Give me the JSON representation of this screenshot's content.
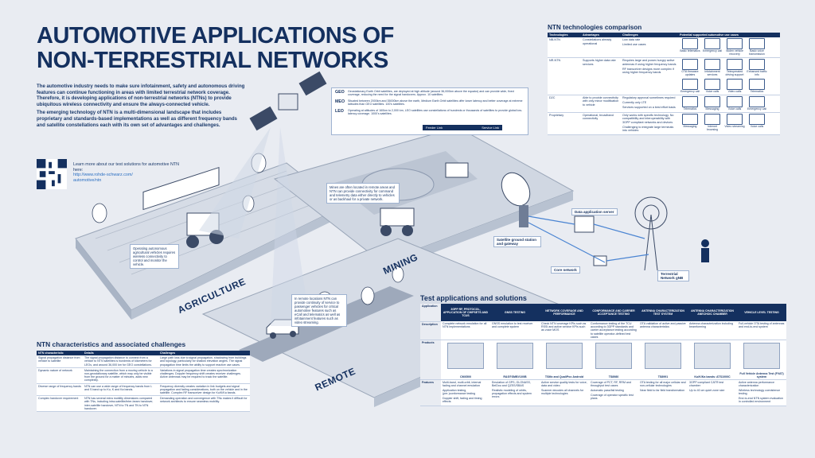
{
  "title_line1": "AUTOMOTIVE APPLICATIONS OF",
  "title_line2": "NON-TERRESTRIAL NETWORKS",
  "intro_p1": "The automotive industry needs to make sure infotainment, safety and autonomous driving features can continue functioning in areas with limited terrestrial network coverage. Therefore, it is developing applications of non-terrestrial networks (NTNs) to provide ubiquitous wireless connectivity and ensure the always-connected vehicle.",
  "intro_p2": "The emerging technology of NTN is a multi-dimensional landscape that includes proprietary and standards-based implementations as well as different frequency bands and satellite constellations each with its own set of advantages and challenges.",
  "learn_more": "Learn more about our test solutions for automotive NTN here:",
  "learn_url1": "http://www.rohde-schwarz.com/",
  "learn_url2": "automotive/ntn",
  "orbits": [
    {
      "name": "GEO",
      "text": "Geostationary Earth Orbit satellites, are deployed at high altitude (around 36,000km above the equator) and can provide wide, fixed coverage, reducing the need for the signal handovers. Approx. 10 satellites."
    },
    {
      "name": "MEO",
      "text": "Situated between 2000km and 35000km above the earth, Medium Earth Orbit satellites offer lower latency and better coverage at extreme latitudes than GEO satellites. 100's satellites."
    },
    {
      "name": "LEO",
      "text": "Operating at altitudes of 160km to 2,000 km, LEO satellites use constellations of hundreds or thousands of satellites to provide global low-latency coverage. 1000's satellites."
    }
  ],
  "feeder_link": "Feeder Link",
  "service_link": "Service Link",
  "mines_note": "Mines are often located in remote areas and NTN can provide connectivity for command and telemetry data either directly to vehicles or as backhaul for a private network.",
  "agri_note": "Operating autonomous agricultural vehicles requires wireless connectivity to control and monitor the vehicle.",
  "remote_note": "In remote locations NTN can provide continuity of service to passenger vehicles for critical automotive features such as eCall and telematics as well as infotainment features such as video streaming.",
  "labels": {
    "data_server": "Data application server",
    "ground_station": "Satellite ground station and gateway",
    "core_network": "Core network",
    "terrestrial": "Terrestrial Network gNB"
  },
  "regions": {
    "agriculture": "AGRICULTURE",
    "mining": "MINING",
    "remote": "REMOTE"
  },
  "cmp": {
    "heading": "NTN technologies comparison",
    "headers": [
      "Technologies",
      "Advantages",
      "Challenges",
      "Potential supported automotive use cases"
    ],
    "rows": [
      {
        "tech": "NB-NTN",
        "adv": "Constellations already operational",
        "ch": "Low data rate\nLimited use cases",
        "cases": [
          "Basic telematics",
          "Emergency call",
          "Stolen vehicle recovery",
          "Basic voice transmission"
        ]
      },
      {
        "tech": "NR-NTN",
        "adv": "Supports higher data rate services",
        "ch": "Requires large and power-hungry active antennas if using higher frequency bands\nRF transceiver designs more complex if using higher frequency bands",
        "cases": [
          "OTA firmware updates",
          "Infotainment services",
          "Teleoperated driving support",
          "Enhanced traffic info",
          "Emergency call",
          "Voice calls",
          "Video calls",
          "Telematics"
        ]
      },
      {
        "tech": "D2C",
        "adv": "Able to provide connectivity with only minor modification to vehicle",
        "ch": "Regulatory approval sometimes required\nCurrently only LTE\nServices supported on a best effort basis",
        "cases": [
          "Telematics",
          "Messaging",
          "Voice calls",
          "Emergency call"
        ]
      },
      {
        "tech": "Proprietary",
        "adv": "Operational, broadband connectivity",
        "ch": "Only works with specific technology. No compatibility and interoperability with 3GPP compliant networks and devices\nChallenging to integrate large terminals into vehicles",
        "cases": [
          "Messaging",
          "Internet browsing",
          "Video streaming",
          "Voice calls"
        ]
      }
    ]
  },
  "chr": {
    "heading": "NTN characteristics and associated challenges",
    "headers": [
      "NTN characteristic",
      "Details",
      "Challenges"
    ],
    "rows": [
      {
        "c": "Signal propagation distance from vehicle to satellite",
        "d": "The signal propagation distance to connect from a vehicle to NTN satellites is hundreds of kilometers for LEOs, and around 36,000 km for GEO constellations.",
        "ch": "Large path loss due to signal propagation, shadowing from buildings and topology, particularly for shallow elevation angles. The signal propagation time limits the ability to support reactive use cases."
      },
      {
        "c": "Dynamic nature of network",
        "d": "Maintaining the connection from a moving vehicle to a non-geostationary satellite, which may only be visible from the ground for a matter of minutes, adds new complexity.",
        "ch": "Variations in signal propagation time creates synchronization challenges. Doppler frequency shift creates receiver challenges. Active antennas may be required to track the satellite."
      },
      {
        "c": "Diverse range of frequency bands",
        "d": "NTN can use a wide range of frequency bands from L and S band up to Ku, K and Ka bands.",
        "ch": "Frequency diversity creates variation in link budgets and signal propagation and fading considerations, both on the vehicle and in the satellite. Complex RF transceiver design for Ku/K/Ka bands."
      },
      {
        "c": "Complex handover requirement",
        "d": "NTN has several extra mobility dimensions compared with TNs, including intra-satellite/inter-beam handover, inter-satellite handover, NTN to TN and TN to NTN handover.",
        "ch": "Demanding operation and convergence with TNs makes it difficult for network architects to ensure seamless mobility."
      }
    ]
  },
  "tst": {
    "heading": "Test applications and solutions",
    "row_app": "Application",
    "row_desc": "Description",
    "row_prod": "Products",
    "row_feat": "Features",
    "cols": [
      {
        "h": "3GPP RF, PROTOCOL, APPLICATION OF CHIPSETS AND TCUS",
        "d": "Complete network emulation for all NTN implementations",
        "p": "CMX500",
        "f": "Multi-band, multi-orbit, internal fading and channel emulation\nApplication testing, (pre-)conformance testing\nDoppler shift, fading and timing effects"
      },
      {
        "h": "GNSS TESTING",
        "d": "GNSS emulation to test receiver and complete system",
        "p": "R&S®SMBV100B",
        "f": "Emulation of GPS, GLONASS, BeiDou and QZSS/SBAS\nRealistic modeling of orbits, propagation effects and system errors"
      },
      {
        "h": "NETWORK COVERAGE AND PERFORMANCE",
        "d": "Check NTN coverage KPIs such as RSSI and active service KPIs such as voice MOS",
        "p": "TSMx and QualiPoc Android",
        "f": "Active service quality tests for voice, data and video\nScanner decodes all channels for multiple technologies"
      },
      {
        "h": "CONFORMANCE AND CARRIER ACCEPTANCE TESTING",
        "d": "Conformance testing of the TCU according to 3GPP standards and carrier acceptance testing according to satellite operator-defined test cases",
        "p": "TS8980",
        "f": "Coverage of PCT, RF, RRM and throughput test cases\nAutomatic pass/fail testing\nCoverage of operator specific test plans"
      },
      {
        "h": "ANTENNA CHARACTERIZATION TEST SYSTEM",
        "d": "OTA validation of active and passive antenna characteristics",
        "p": "TS8991",
        "f": "OTA testing for all major cellular and non-cellular technologies\nNear field to far field transformation"
      },
      {
        "h": "ANTENNA CHARACTERIZATION ANECHOIC CHAMBER",
        "d": "Antenna characterization including beamforming",
        "p": "Ku/K/Ka bands: ATS1000C",
        "f": "3GPP compliant CATR test chamber\nUp to 40 cm quiet zone size"
      },
      {
        "h": "VEHICLE LEVEL TESTING",
        "d": "Full-vehicle OTA testing of antennas and end-to-end system",
        "p": "Full Vehicle Antenna Test (FVAT) system",
        "f": "Active antenna performance characterization\nWireless technology coexistence testing\nEnd-to-end NTN system evaluation in controlled environment"
      }
    ]
  }
}
